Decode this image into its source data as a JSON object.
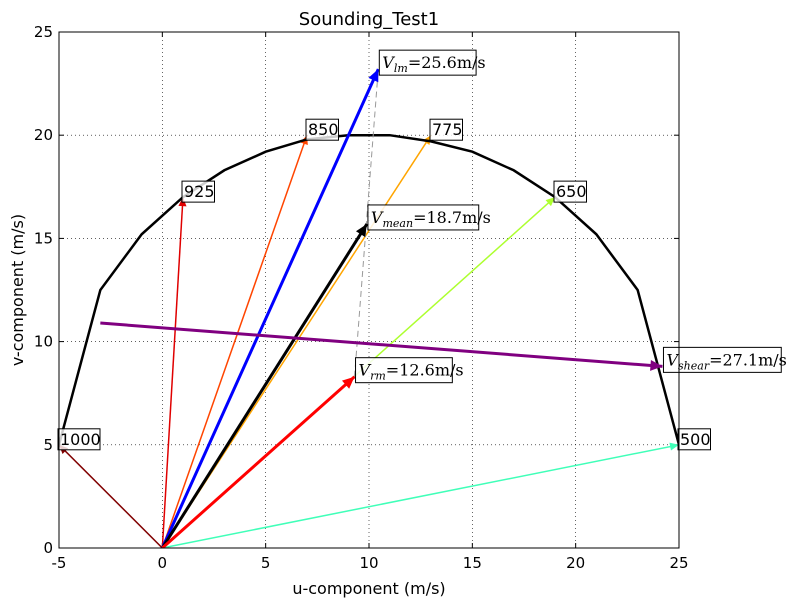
{
  "chart_data": {
    "type": "line",
    "title": "Sounding_Test1",
    "xlabel": "u-component (m/s)",
    "ylabel": "v-component (m/s)",
    "xlim": [
      -5,
      25
    ],
    "ylim": [
      0,
      25
    ],
    "xticks": [
      "-5",
      "0",
      "5",
      "10",
      "15",
      "20",
      "25"
    ],
    "yticks": [
      "0",
      "5",
      "10",
      "15",
      "20",
      "25"
    ],
    "grid": true,
    "hodograph": {
      "color": "#000000",
      "u": [
        -5,
        -3,
        -1,
        1,
        3,
        5,
        7,
        9,
        11,
        13,
        15,
        17,
        19,
        21,
        23,
        25
      ],
      "v": [
        5,
        12.5,
        15.2,
        17.0,
        18.3,
        19.2,
        19.8,
        20.0,
        20.0,
        19.7,
        19.2,
        18.3,
        17.0,
        15.2,
        12.5,
        5
      ]
    },
    "levels": [
      {
        "label": "1000",
        "u": -5,
        "v": 5,
        "color": "#800000"
      },
      {
        "label": "925",
        "u": 1,
        "v": 17,
        "color": "#e00000"
      },
      {
        "label": "850",
        "u": 7,
        "v": 20,
        "color": "#ff4500"
      },
      {
        "label": "775",
        "u": 13,
        "v": 20,
        "color": "#ffa500"
      },
      {
        "label": "650",
        "u": 19,
        "v": 17,
        "color": "#adff2f"
      },
      {
        "label": "500",
        "u": 25,
        "v": 5,
        "color": "#40ffb8"
      }
    ],
    "vectors": [
      {
        "name": "lm",
        "sym": "V",
        "sub": "lm",
        "value": "=25.6m/s",
        "u0": 0,
        "v0": 0,
        "u": 10.45,
        "v": 23.2,
        "color": "#0000ff"
      },
      {
        "name": "mean",
        "sym": "V",
        "sub": "mean",
        "value": "=18.7m/s",
        "u0": 0,
        "v0": 0,
        "u": 9.9,
        "v": 15.7,
        "color": "#000000"
      },
      {
        "name": "rm",
        "sym": "V",
        "sub": "rm",
        "value": "=12.6m/s",
        "u0": 0,
        "v0": 0,
        "u": 9.3,
        "v": 8.3,
        "color": "#ff0000"
      },
      {
        "name": "shear",
        "sym": "V",
        "sub": "shear",
        "value": "=27.1m/s",
        "u0": -3,
        "v0": 10.9,
        "u": 24.2,
        "v": 8.8,
        "color": "#800080"
      }
    ],
    "dashed_line": {
      "from": "rm",
      "to": "lm",
      "color": "#999999"
    }
  }
}
